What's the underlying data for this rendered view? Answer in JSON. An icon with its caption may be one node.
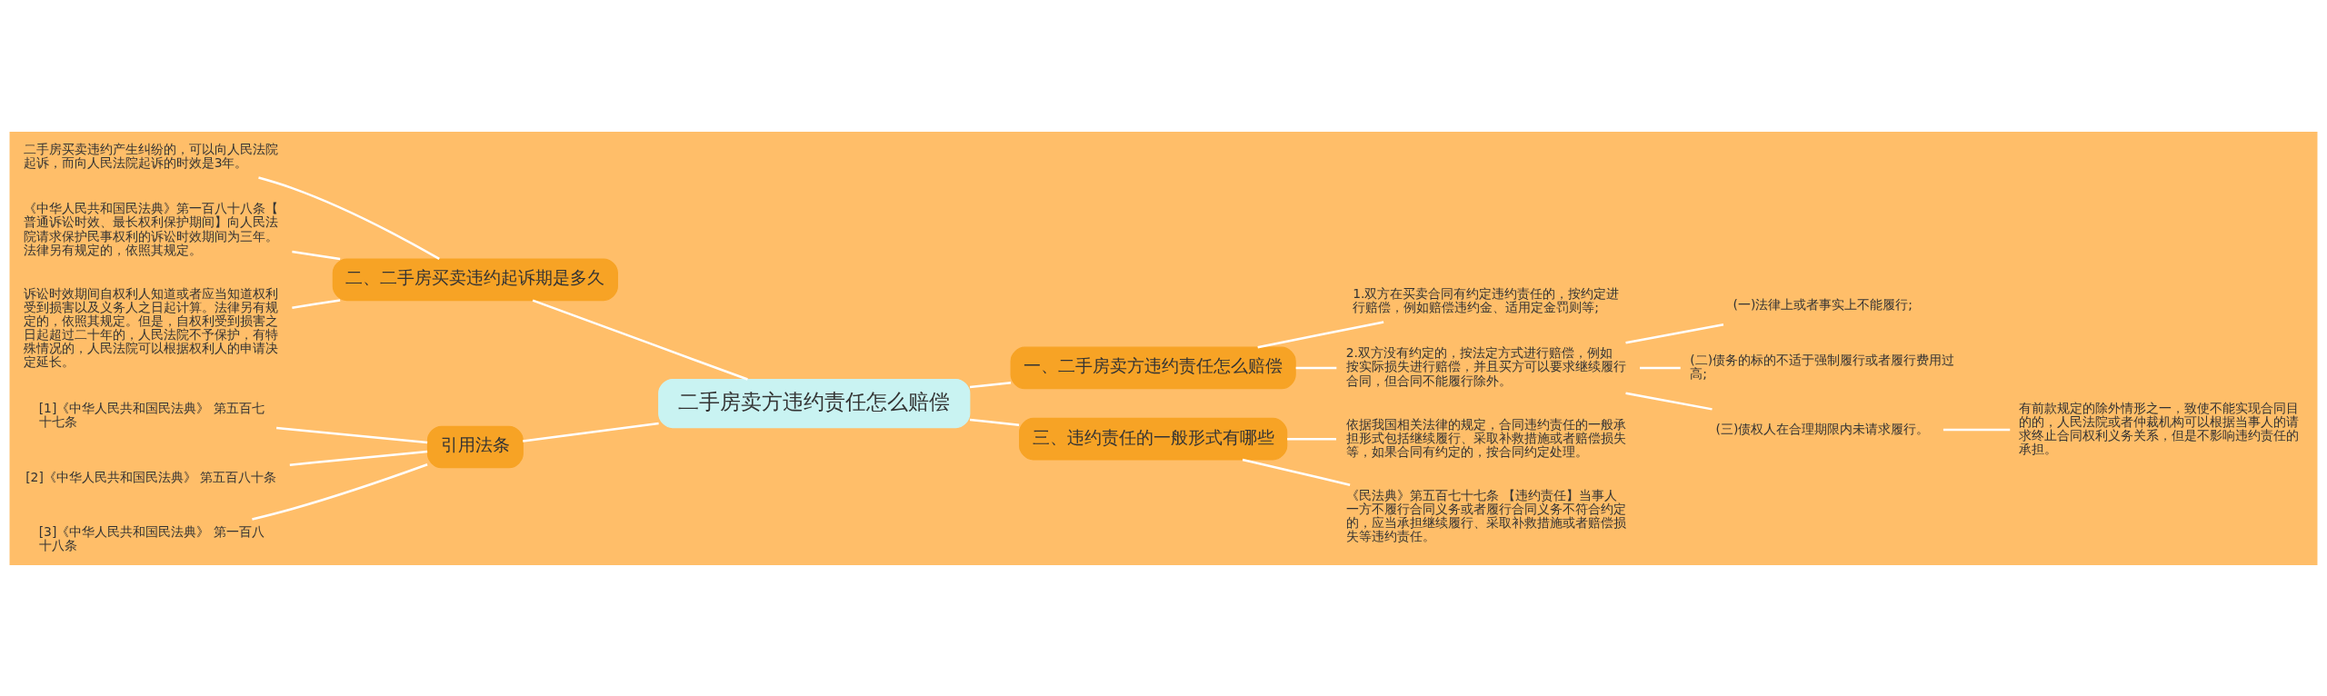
{
  "diagram": {
    "nodes": [
      {
        "text": [
          "二手房卖方违约责任怎么赔偿"
        ]
      },
      {
        "text": [
          "二、二手房买卖违约起诉期是多久"
        ]
      },
      {
        "text": [
          "二手房买卖违约产生纠纷的，可以向人民法院起诉，而向人民法院起诉的时效是3年。"
        ]
      },
      {
        "text": [
          "《中华人民共和国民法典》第一百八十八条【普通诉讼时效、最长权利保护期间】向人民法院请求保护民事权利的诉讼时效期间为三年。法律另有规定的，依照其规定。"
        ]
      },
      {
        "text": [
          "诉讼时效期间自权利人知道或者应当知道权利受到损害以及义务人之日起计算。法律另有规定的，依照其规定。但是，自权利受到损害之日起超过二十年的，人民法院不予保护，有特殊情况的，人民法院可以根据权利人的申请决定延长。"
        ]
      },
      {
        "text": [
          "引用法条"
        ]
      },
      {
        "text": [
          "[1]《中华人民共和国民法典》 第五百七十七条"
        ]
      },
      {
        "text": [
          "[2]《中华人民共和国民法典》 第五百八十条"
        ]
      },
      {
        "text": [
          "[3]《中华人民共和国民法典》 第一百八十八条"
        ]
      },
      {
        "text": [
          "一、二手房卖方违约责任怎么赔偿"
        ]
      },
      {
        "text": [
          "1.双方在买卖合同有约定违约责任的，按约定进行赔偿，例如赔偿违约金、适用定金罚则等;"
        ]
      },
      {
        "text": [
          "2.双方没有约定的，按法定方式进行赔偿，例如按实际损失进行赔偿，并且买方可以要求继续履行合同，但合同不能履行除外。"
        ]
      },
      {
        "text": [
          "(一)法律上或者事实上不能履行;"
        ]
      },
      {
        "text": [
          "(二)债务的标的不适于强制履行或者履行费用过高;"
        ]
      },
      {
        "text": [
          "(三)债权人在合理期限内未请求履行。"
        ]
      },
      {
        "text": [
          "有前款规定的除外情形之一，致使不能实现合同目的的，人民法院或者仲裁机构可以根据当事人的请求终止合同权利义务关系，但是不影响违约责任的承担。"
        ]
      },
      {
        "text": [
          "三、违约责任的一般形式有哪些"
        ]
      },
      {
        "text": [
          "依据我国相关法律的规定，合同违约责任的一般承担形式包括继续履行、采取补救措施或者赔偿损失等，如果合同有约定的，按合同约定处理。"
        ]
      },
      {
        "text": [
          "《民法典》第五百七十七条 【违约责任】当事人一方不履行合同义务或者履行合同义务不符合约定的，应当承担继续履行、采取补救措施或者赔偿损失等违约责任。"
        ]
      }
    ],
    "edges": [
      {
        "from": 2,
        "to": 1,
        "arrow": "none"
      },
      {
        "from": 3,
        "to": 1,
        "arrow": "none"
      },
      {
        "from": 4,
        "to": 1,
        "arrow": "none"
      },
      {
        "from": 1,
        "to": 0,
        "arrow": "none"
      },
      {
        "from": 6,
        "to": 5,
        "arrow": "none"
      },
      {
        "from": 7,
        "to": 5,
        "arrow": "none"
      },
      {
        "from": 8,
        "to": 5,
        "arrow": "none"
      },
      {
        "from": 5,
        "to": 0,
        "arrow": "none"
      },
      {
        "from": 0,
        "to": 9,
        "arrow": "none"
      },
      {
        "from": 9,
        "to": 10,
        "arrow": "none"
      },
      {
        "from": 9,
        "to": 11,
        "arrow": "none"
      },
      {
        "from": 11,
        "to": 12,
        "arrow": "none"
      },
      {
        "from": 11,
        "to": 13,
        "arrow": "none"
      },
      {
        "from": 11,
        "to": 14,
        "arrow": "none"
      },
      {
        "from": 14,
        "to": 15,
        "arrow": "none"
      },
      {
        "from": 0,
        "to": 16,
        "arrow": "none"
      },
      {
        "from": 16,
        "to": 17,
        "arrow": "none"
      },
      {
        "from": 16,
        "to": 18,
        "arrow": "none"
      }
    ]
  }
}
